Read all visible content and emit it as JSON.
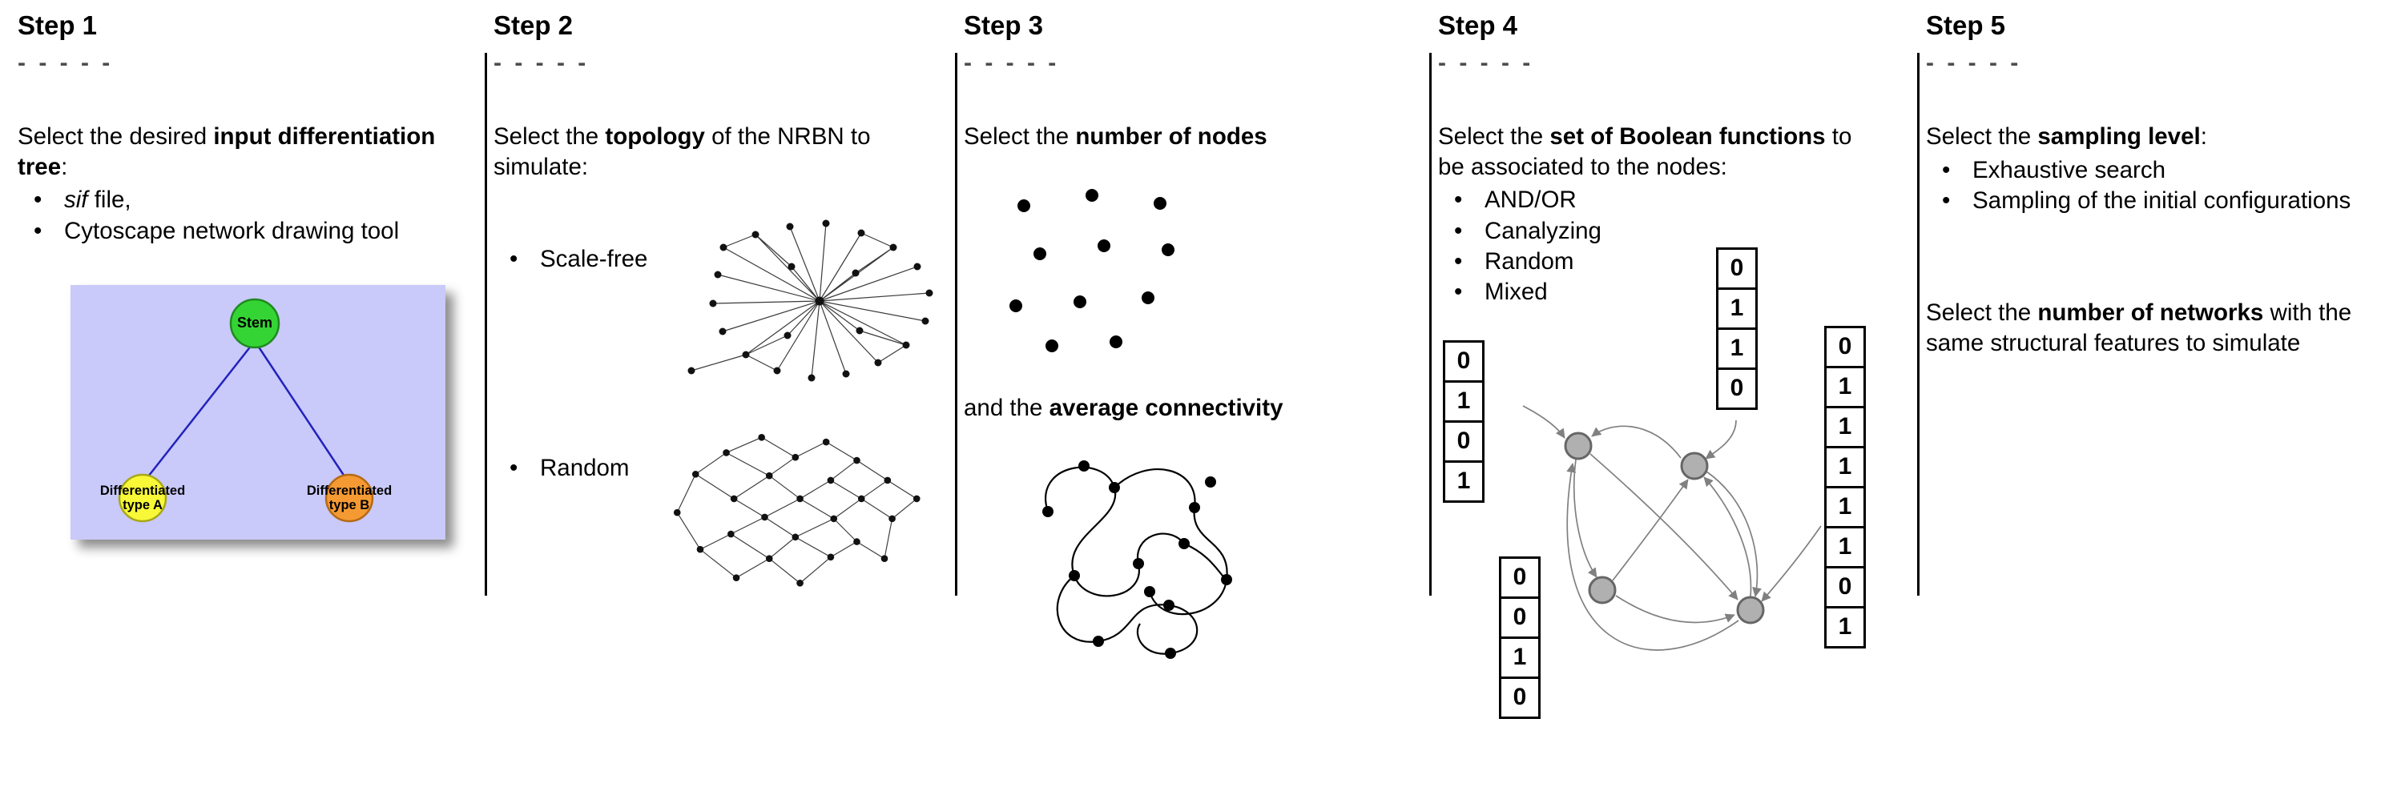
{
  "steps": [
    {
      "title": "Step 1",
      "separator": "- - - - -",
      "intro": {
        "pre": "Select the desired ",
        "bold": "input differentiation tree",
        "post": ":"
      },
      "bullets": [
        {
          "italic": "sif",
          "text": " file,"
        },
        {
          "text": "Cytoscape network drawing tool"
        }
      ],
      "figure": {
        "root_label": "Stem",
        "left_label_line1": "Differentiated",
        "left_label_line2": "type A",
        "right_label_line1": "Differentiated",
        "right_label_line2": "type B",
        "colors": {
          "background": "#c9c9fa",
          "root_fill": "#35d435",
          "left_fill": "#f8f838",
          "right_fill": "#f59a33",
          "edge": "#2222bb"
        }
      }
    },
    {
      "title": "Step 2",
      "separator": "- - - - -",
      "intro": {
        "pre": "Select the ",
        "bold": "topology",
        "post": " of the NRBN to simulate:"
      },
      "bullets": [
        {
          "text": "Scale-free"
        },
        {
          "text": "Random"
        }
      ]
    },
    {
      "title": "Step 3",
      "separator": "- - - - -",
      "intro": {
        "pre": "Select the ",
        "bold": "number of nodes",
        "post": ""
      },
      "intro2": {
        "pre": "and the ",
        "bold": "average connectivity",
        "post": ""
      }
    },
    {
      "title": "Step 4",
      "separator": "- - - - -",
      "intro": {
        "pre": "Select the ",
        "bold": "set of Boolean functions",
        "post": " to be associated to the nodes:"
      },
      "bullets": [
        {
          "text": "AND/OR"
        },
        {
          "text": "Canalyzing"
        },
        {
          "text": "Random"
        },
        {
          "text": "Mixed"
        }
      ],
      "truth_tables": {
        "left": [
          "0",
          "1",
          "0",
          "1"
        ],
        "top": [
          "0",
          "1",
          "1",
          "0"
        ],
        "bottom_left": [
          "0",
          "0",
          "1",
          "0"
        ],
        "right": [
          "0",
          "1",
          "1",
          "1",
          "1",
          "1",
          "0",
          "1"
        ]
      }
    },
    {
      "title": "Step 5",
      "separator": "- - - - -",
      "intro": {
        "pre": "Select the ",
        "bold": "sampling level",
        "post": ":"
      },
      "bullets": [
        {
          "text": "Exhaustive search"
        },
        {
          "text": "Sampling of the initial configurations"
        }
      ],
      "intro2": {
        "pre": "Select the ",
        "bold": "number of networks",
        "post": " with the same structural features to simulate"
      }
    }
  ]
}
